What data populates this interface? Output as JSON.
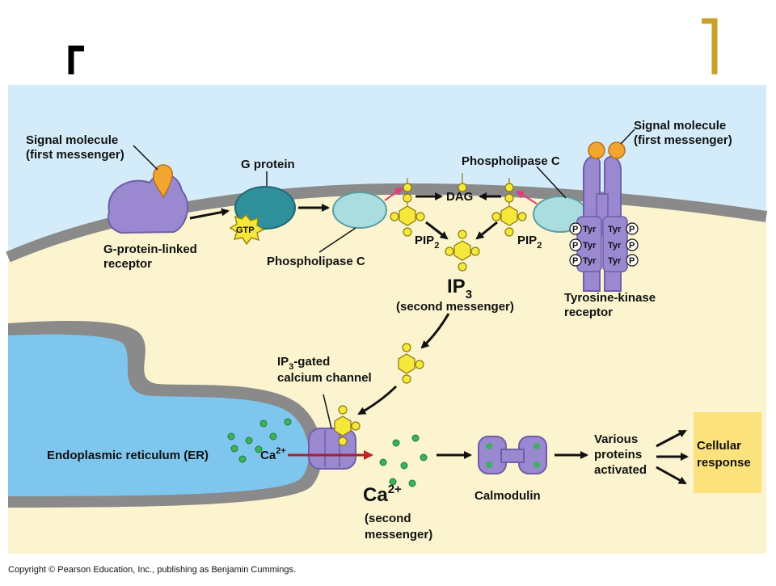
{
  "labels": {
    "signal_left_1": "Signal molecule",
    "signal_left_2": "(first messenger)",
    "g_protein": "G protein",
    "gtp": "GTP",
    "receptor_left_1": "G-protein-linked",
    "receptor_left_2": "receptor",
    "phospholipase_c_mid": "Phospholipase C",
    "dag": "DAG",
    "pip2_left_main": "PIP",
    "pip2_left_sub": "2",
    "pip2_right_main": "PIP",
    "pip2_right_sub": "2",
    "phospholipase_c_right": "Phospholipase C",
    "signal_right_1": "Signal molecule",
    "signal_right_2": "(first messenger)",
    "ip3_main": "IP",
    "ip3_sub": "3",
    "ip3_caption": "(second messenger)",
    "tk_receptor_1": "Tyrosine-kinase",
    "tk_receptor_2": "receptor",
    "channel_1_main": "IP",
    "channel_1_sub": "3",
    "channel_1_rest": "-gated",
    "channel_2": "calcium channel",
    "er_label": "Endoplasmic reticulum (ER)",
    "ca_in_main": "Ca",
    "ca_in_sup": "2+",
    "ca_out_main": "Ca",
    "ca_out_sup": "2+",
    "ca_caption_1": "(second",
    "ca_caption_2": "messenger)",
    "calmodulin": "Calmodulin",
    "proteins_1": "Various",
    "proteins_2": "proteins",
    "proteins_3": "activated",
    "response_1": "Cellular",
    "response_2": "response",
    "phospho": "P",
    "tyr": "Tyr",
    "copyright": "Copyright © Pearson Education, Inc., publishing as Benjamin Cummings."
  },
  "colors": {
    "extracellular": "#d4ecfa",
    "cytoplasm": "#fbf4cf",
    "membrane": "#8a8a8a",
    "er_lumen": "#7fc6ee",
    "receptor": "#9a88d0",
    "g_protein": "#2f8f9a",
    "phospholipase": "#a9dde0",
    "signal": "#f2a531",
    "ip3": "#f6e83a",
    "calcium": "#3bb15a",
    "response_box": "#fbe27d",
    "pink_arrow": "#e23b7d",
    "red_arrow": "#a0252a",
    "bracket_left": "#000000",
    "bracket_right": "#c9a227"
  }
}
